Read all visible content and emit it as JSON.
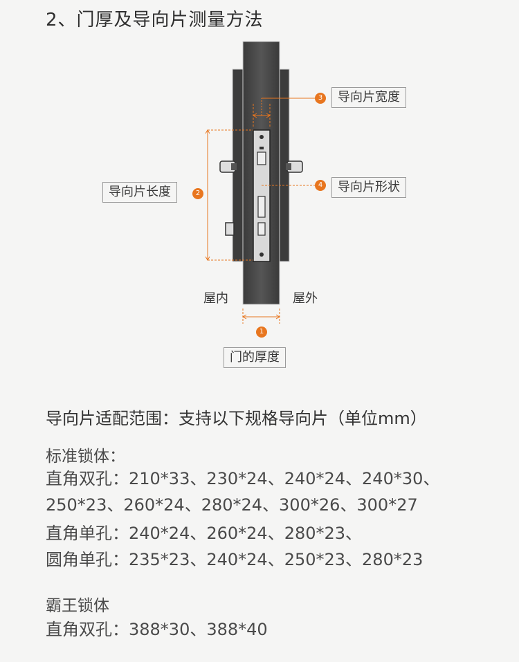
{
  "section": {
    "title": "2、门厚及导向片测量方法"
  },
  "diagram": {
    "labels": {
      "guide_width": "导向片宽度",
      "guide_length": "导向片长度",
      "guide_shape": "导向片形状",
      "door_thickness": "门的厚度",
      "indoor": "屋内",
      "outdoor": "屋外"
    },
    "badges": [
      "1",
      "2",
      "3",
      "4"
    ],
    "colors": {
      "accent": "#e8761f",
      "door": "#4a4a4a",
      "door_dark": "#2e2e2e",
      "plate": "#d9d9d9"
    }
  },
  "spec": {
    "heading": "导向片适配范围：支持以下规格导向片（单位mm）",
    "standard": {
      "title": "标准锁体：",
      "lines": [
        "直角双孔：210*33、230*24、240*24、240*30、",
        "250*23、260*24、280*24、300*26、300*27",
        "直角单孔：240*24、260*24、280*23、",
        "圆角单孔：235*23、240*24、250*23、280*23"
      ]
    },
    "bawang": {
      "title": "霸王锁体",
      "lines": [
        "直角双孔：388*30、388*40"
      ]
    }
  }
}
